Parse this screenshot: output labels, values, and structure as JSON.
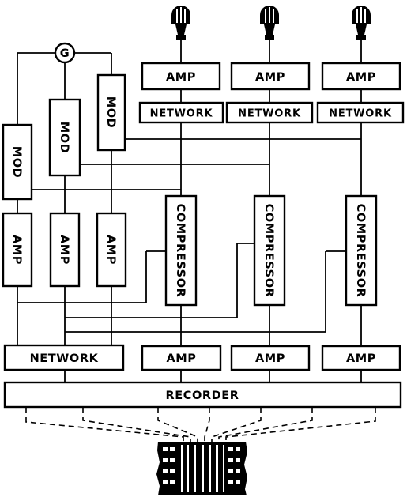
{
  "diagram": {
    "generator_label": "G",
    "labels": {
      "mic_amp": "AMP",
      "mic_network": "NETWORK",
      "mod": "MOD",
      "left_amp": "AMP",
      "compressor": "COMPRESSOR",
      "bottom_network": "NETWORK",
      "bottom_amp": "AMP",
      "recorder": "RECORDER"
    },
    "icons": [
      "microphone-icon",
      "film-strip-icon",
      "generator-icon"
    ],
    "colors": {
      "ink": "#000000",
      "paper": "#ffffff"
    }
  }
}
